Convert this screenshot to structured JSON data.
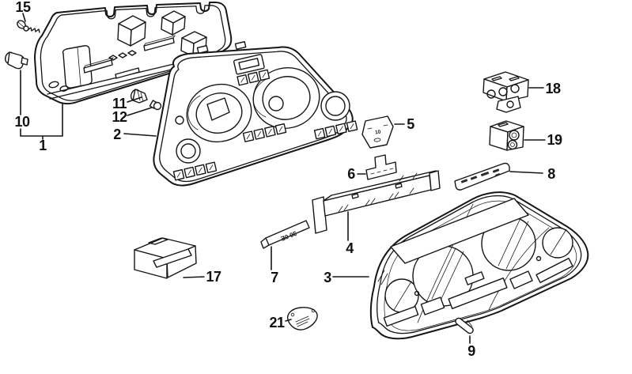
{
  "diagram_type": "exploded-parts-diagram-instrument-cluster",
  "colors": {
    "background": "#ffffff",
    "line": "#161616",
    "label": "#111111"
  },
  "callouts": {
    "c1": "1",
    "c2": "2",
    "c3": "3",
    "c4": "4",
    "c5": "5",
    "c6": "6",
    "c7": "7",
    "c8": "8",
    "c9": "9",
    "c10": "10",
    "c11": "11",
    "c12": "12",
    "c15": "15",
    "c17": "17",
    "c18": "18",
    "c19": "19",
    "c21": "21"
  },
  "inline_text": {
    "light_guide_strip": "30 0E",
    "symbol_plate": "10"
  }
}
